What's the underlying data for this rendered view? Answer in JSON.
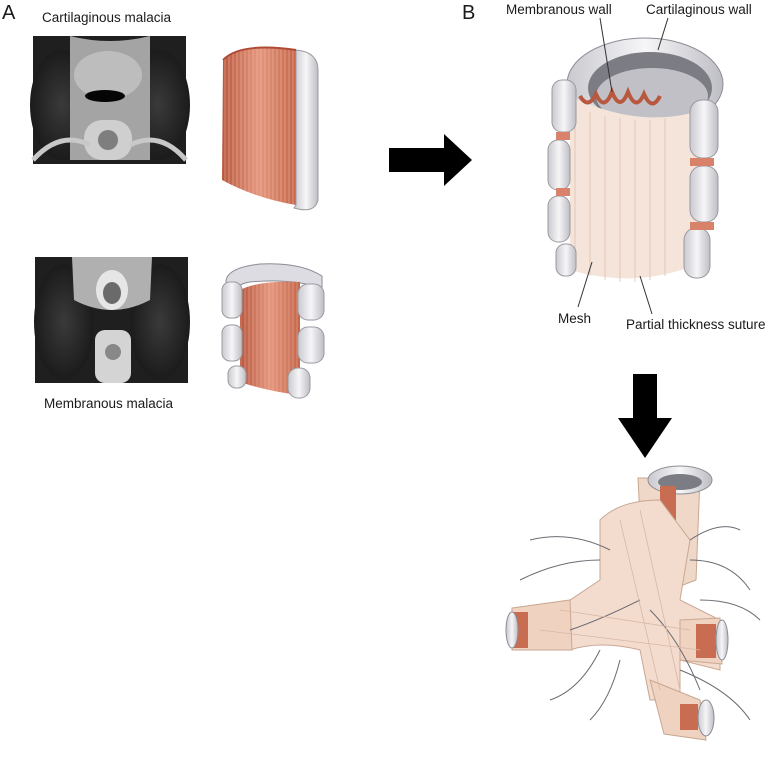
{
  "panel_a": {
    "letter": "A",
    "top_caption": "Cartilaginous malacia",
    "bottom_caption": "Membranous malacia"
  },
  "panel_b": {
    "letter": "B",
    "labels": {
      "membranous_wall": "Membranous wall",
      "cartilaginous_wall": "Cartilaginous wall",
      "mesh": "Mesh",
      "suture": "Partial thickness suture"
    }
  },
  "colors": {
    "muscle": "#d9826a",
    "muscle_dark": "#b8583f",
    "cartilage": "#e8e8ec",
    "mesh": "#f2d9cc",
    "arrow": "#000000",
    "ct_dark": "#1c1c1c",
    "ct_mid": "#9a9a9a"
  }
}
